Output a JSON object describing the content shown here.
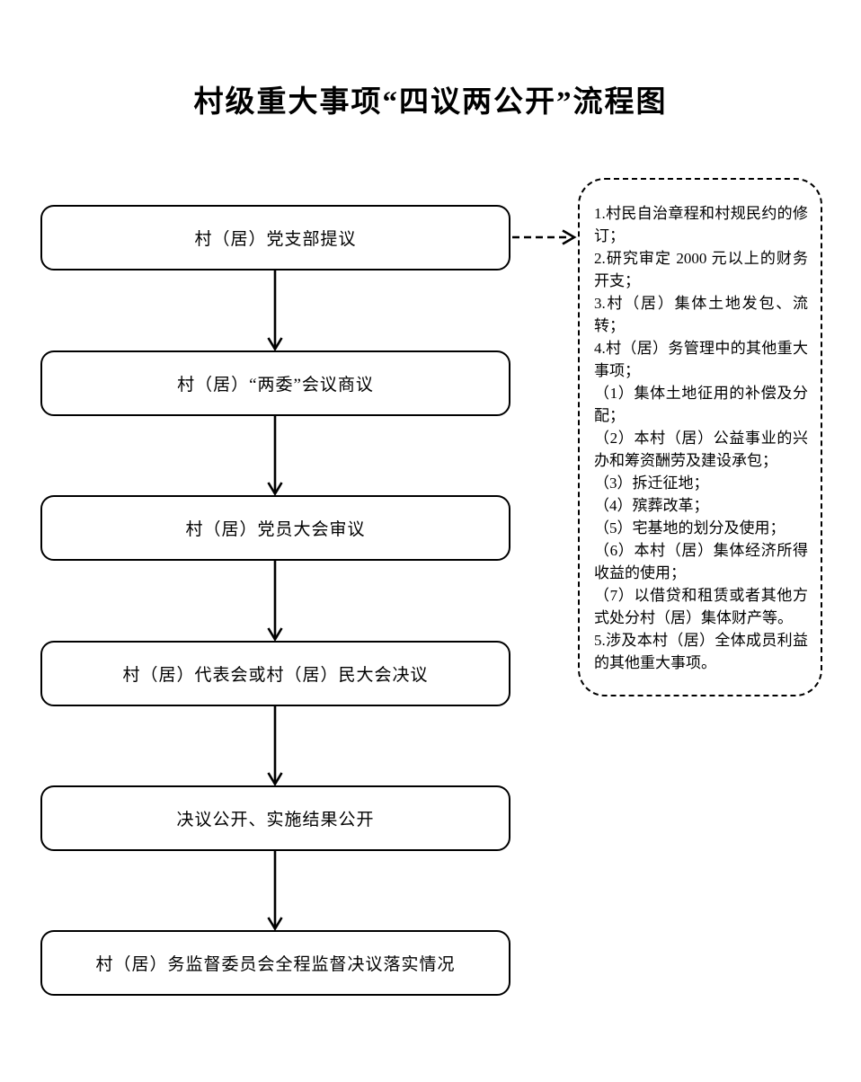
{
  "page": {
    "title": "村级重大事项“四议两公开”流程图"
  },
  "flow": {
    "steps": [
      {
        "label": "村（居）党支部提议"
      },
      {
        "label": "村（居）“两委”会议商议"
      },
      {
        "label": "村（居）党员大会审议"
      },
      {
        "label": "村（居）代表会或村（居）民大会决议"
      },
      {
        "label": "决议公开、实施结果公开"
      },
      {
        "label": "村（居）务监督委员会全程监督决议落实情况"
      }
    ]
  },
  "side_note": {
    "items": [
      "1.村民自治章程和村规民约的修订；",
      "2.研究审定 2000 元以上的财务开支；",
      "3.村（居）集体土地发包、流转；",
      "4.村（居）务管理中的其他重大事项；",
      "（1）集体土地征用的补偿及分配；",
      "（2）本村（居）公益事业的兴办和筹资酬劳及建设承包；",
      "（3）拆迁征地；",
      "（4）殡葬改革；",
      "（5）宅基地的划分及使用；",
      "（6）本村（居）集体经济所得收益的使用；",
      "（7）以借贷和租赁或者其他方式处分村（居）集体财产等。",
      "5.涉及本村（居）全体成员利益的其他重大事项。"
    ]
  },
  "colors": {
    "line": "#000000",
    "background": "#ffffff"
  }
}
